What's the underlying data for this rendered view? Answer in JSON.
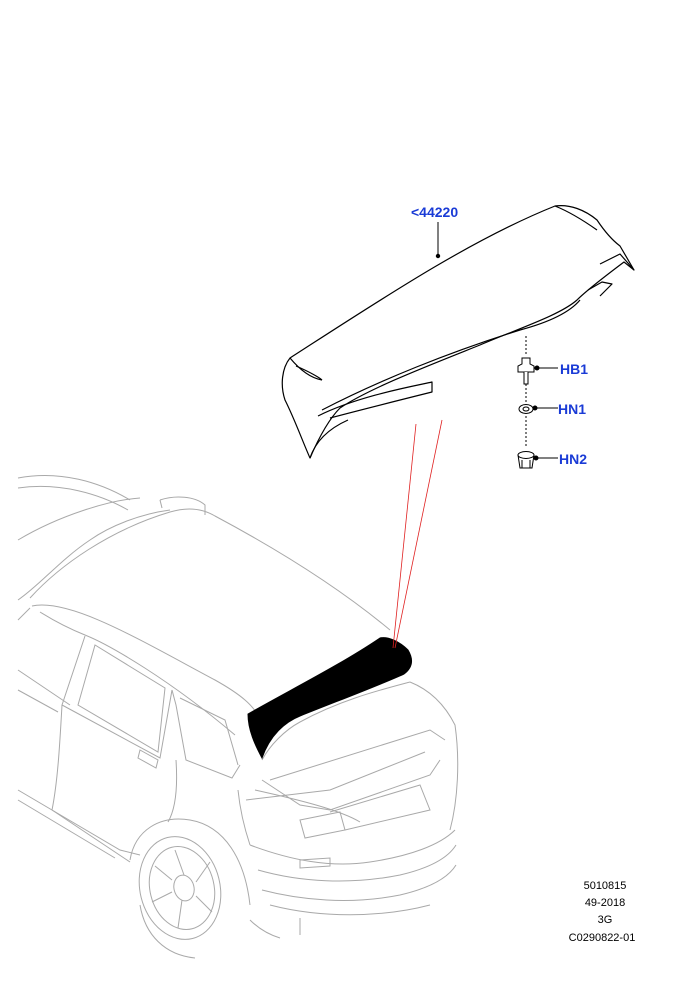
{
  "callouts": {
    "spoiler": "<44220",
    "hb1": "HB1",
    "hn1": "HN1",
    "hn2": "HN2"
  },
  "footer": {
    "line1": "5010815",
    "line2": "49-2018",
    "line3": "3G",
    "line4": "C0290822-01"
  },
  "colors": {
    "callout_text": "#1a3bd6",
    "outline": "#000000",
    "vehicle_outline": "#aaaaaa",
    "leader_line": "#e02020"
  }
}
